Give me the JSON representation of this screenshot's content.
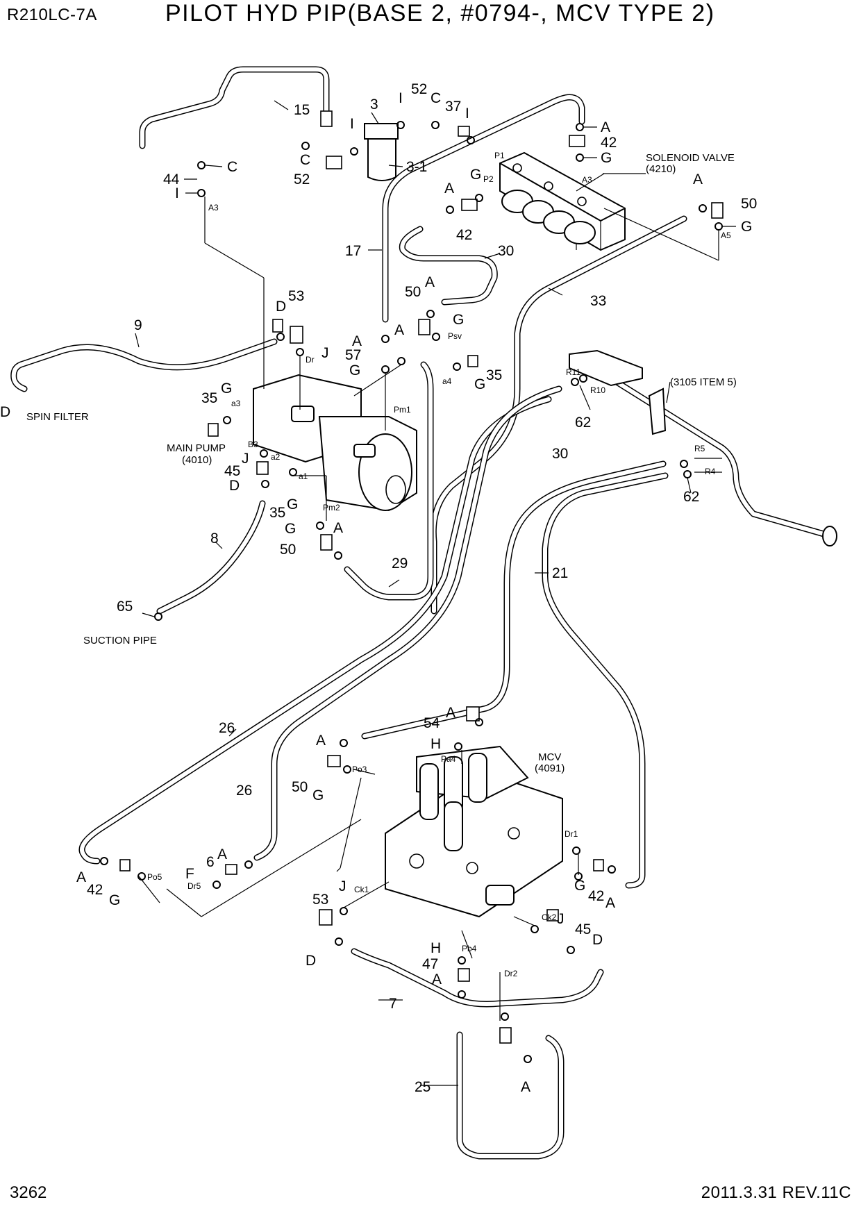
{
  "header": {
    "model": "R210LC-7A",
    "title": "PILOT HYD PIP(BASE 2, #0794-, MCV TYPE 2)"
  },
  "footer": {
    "page_number": "3262",
    "revision": "2011.3.31 REV.11C"
  },
  "components": {
    "solenoid_valve": "SOLENOID VALVE",
    "solenoid_valve_no": "(4210)",
    "main_pump": "MAIN PUMP",
    "main_pump_no": "(4010)",
    "mcv": "MCV",
    "mcv_no": "(4091)",
    "spin_filter": "SPIN FILTER",
    "suction_pipe": "SUCTION PIPE",
    "ref_item": "(3105 ITEM 5)"
  },
  "callouts": {
    "c15": "15",
    "c3": "3",
    "cI1": "I",
    "c52a": "52",
    "cC1": "C",
    "c37": "37",
    "cI2": "I",
    "cA1": "A",
    "c42a": "42",
    "cG1": "G",
    "cC2": "C",
    "cI3": "I",
    "c31": "3-1",
    "c52b": "52",
    "cC3": "C",
    "c44": "44",
    "cI4": "I",
    "cG2": "G",
    "cA2": "A",
    "c42b": "42",
    "cA3": "A",
    "c50a": "50",
    "cG3": "G",
    "c17": "17",
    "c30a": "30",
    "cA4": "A",
    "c50b": "50",
    "c33": "33",
    "c53a": "53",
    "cD1": "D",
    "cG4": "G",
    "cA5": "A",
    "cA6": "A",
    "c9": "9",
    "cJ1": "J",
    "c57": "57",
    "cG5": "G",
    "c35a": "35",
    "cG6": "G",
    "cD2": "D",
    "cG7": "G",
    "c35b": "35",
    "cJ2": "J",
    "c45a": "45",
    "cD3": "D",
    "c35c": "35",
    "cG8": "G",
    "c62a": "62",
    "c30b": "30",
    "c62b": "62",
    "c8": "8",
    "cG9": "G",
    "cA7": "A",
    "c50c": "50",
    "c29": "29",
    "c21": "21",
    "c65": "65",
    "c26a": "26",
    "c54": "54",
    "cA8": "A",
    "cA9": "A",
    "cH1": "H",
    "c50d": "50",
    "cG10": "G",
    "c26b": "26",
    "c6": "6",
    "cA10": "A",
    "cF": "F",
    "cA11": "A",
    "c42c": "42",
    "cG11": "G",
    "cG12": "G",
    "c42d": "42",
    "cA12": "A",
    "c53b": "53",
    "cJ3": "J",
    "cJ4": "J",
    "c45b": "45",
    "cD4": "D",
    "cD5": "D",
    "cH2": "H",
    "c47": "47",
    "cA13": "A",
    "c7": "7",
    "c25": "25",
    "cA14": "A"
  },
  "ports": {
    "P1": "P1",
    "P2": "P2",
    "A3a": "A3",
    "A3b": "A3",
    "A5": "A5",
    "Psv": "Psv",
    "Dr": "Dr",
    "a3": "a3",
    "a4": "a4",
    "Pm1": "Pm1",
    "B3": "B3",
    "a2": "a2",
    "a1": "a1",
    "Pm2": "Pm2",
    "R11": "R11",
    "R10": "R10",
    "R5": "R5",
    "R4": "R4",
    "Pa4": "Pa4",
    "Po3": "Po3",
    "Po5": "Po5",
    "Dr5": "Dr5",
    "Dr1": "Dr1",
    "Ck1": "Ck1",
    "Ck2": "Ck2",
    "Pb4": "Pb4",
    "Dr2": "Dr2"
  }
}
